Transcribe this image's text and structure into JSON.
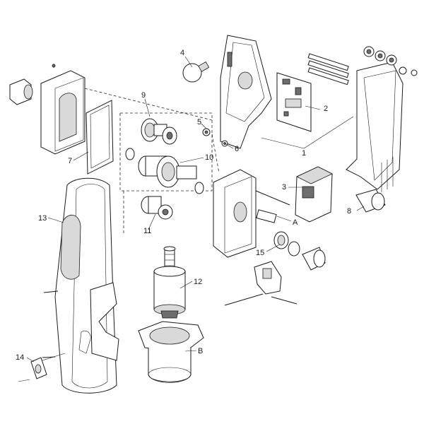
{
  "labels": {
    "l1": "1",
    "l2": "2",
    "l3": "3",
    "l4": "4",
    "l5": "5",
    "l6": "6",
    "l7": "7",
    "l8": "8",
    "l9": "9",
    "l10": "10",
    "l11": "11",
    "l12": "12",
    "l13": "13",
    "l14": "14",
    "l15": "15",
    "lA": "A",
    "lB": "B"
  }
}
